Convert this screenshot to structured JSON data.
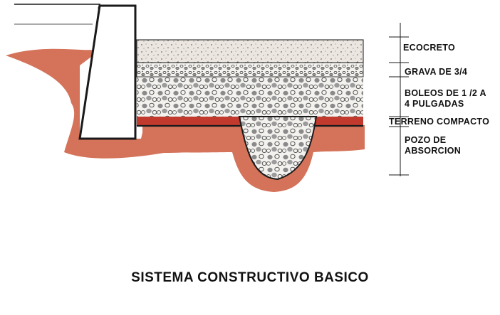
{
  "labels": {
    "ecocreto": "ECOCRETO",
    "grava": "GRAVA DE 3/4",
    "boleos_1": "BOLEOS DE 1 /2 A",
    "boleos_2": "4 PULGADAS",
    "terreno": "TERRENO COMPACTO",
    "pozo_1": "POZO DE",
    "pozo_2": "ABSORCION"
  },
  "title": "SISTEMA CONSTRUCTIVO BASICO",
  "colors": {
    "soil": "#d4735a",
    "compacted_soil": "#c23a2e",
    "ecocreto_fill": "#ece6e0",
    "grava_fill": "#f4f2ee",
    "boleos_fill": "#f3f2ef",
    "stone_dark": "#8a8a8a",
    "stone_light": "#bdbdbd",
    "outline": "#1a1a1a"
  }
}
